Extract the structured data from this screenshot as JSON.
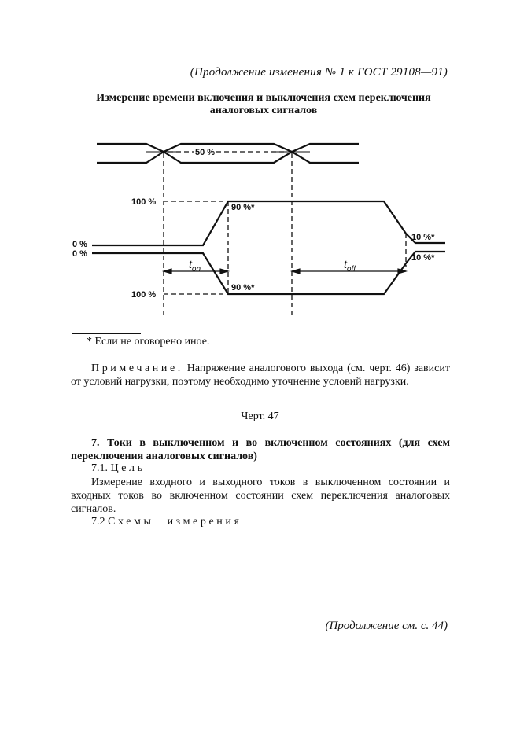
{
  "header": {
    "continuation_top": "(Продолжение изменения № 1 к ГОСТ  29108—91)"
  },
  "figure": {
    "title": "Измерение времени включения и выключения схем переключения аналоговых сигналов",
    "labels": {
      "fifty_percent": "50 %",
      "hundred_percent_top": "100 %",
      "hundred_percent_bottom": "100 %",
      "zero_percent_1": "0 %",
      "zero_percent_2": "0 %",
      "ninety_percent_top": "90 %*",
      "ninety_percent_bottom": "90 %*",
      "ten_percent_top": "10 %*",
      "ten_percent_bottom": "10 %*",
      "t_on_main": "t",
      "t_on_sub": "on",
      "t_off_main": "t",
      "t_off_sub": "off"
    },
    "caption": "Черт. 47"
  },
  "footnote": "* Если не оговорено иное.",
  "note": {
    "label": "Примечание.",
    "text": " Напряжение аналогового выхода (см. черт. 46) зависит от условий нагрузки, поэтому необходимо уточнение условий нагрузки."
  },
  "section7": {
    "title": "7. Токи в выключенном и во включенном состояниях (для схем переключения аналоговых сигналов)",
    "sub1_number": "7.1.",
    "sub1_label": "Цель",
    "sub1_text": "Измерение входного и выходного токов в выключенном состоянии и входных токов во включенном состоянии схем переключения аналоговых сигналов.",
    "sub2_number": "7.2",
    "sub2_label": "Схемы измерения"
  },
  "footer": {
    "continuation_bottom": "(Продолжение см. с. 44)"
  }
}
